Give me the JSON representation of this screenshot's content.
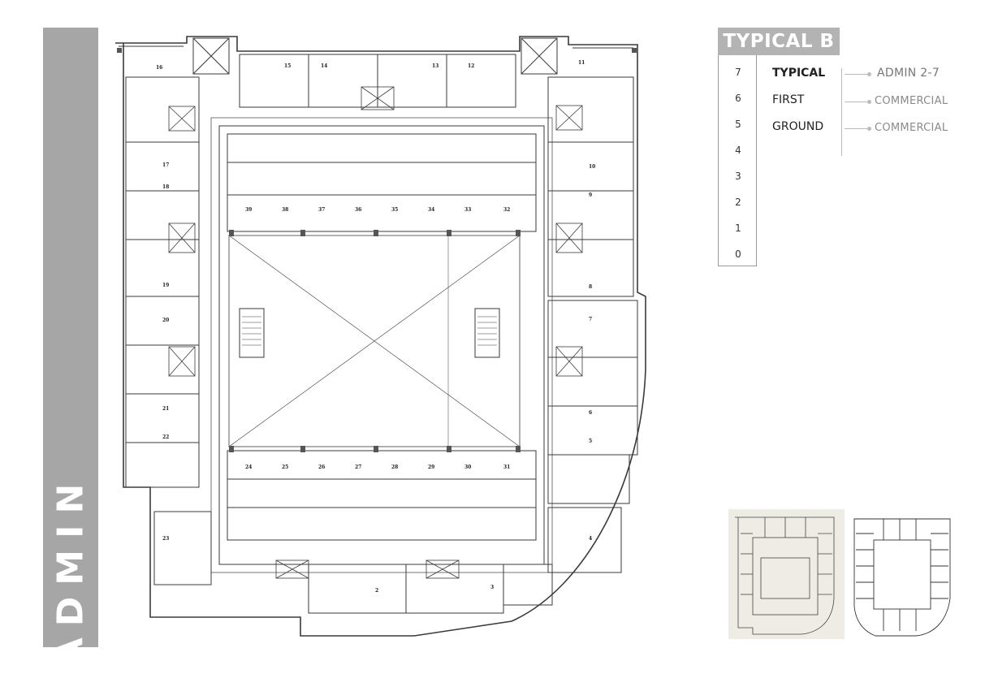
{
  "side_label": "ADMIN",
  "type_title": "TYPICAL B",
  "floors": [
    "7",
    "6",
    "5",
    "4",
    "3",
    "2",
    "1",
    "0"
  ],
  "uses": [
    {
      "label": "TYPICAL",
      "dest": "ADMIN 2-7",
      "bold": true
    },
    {
      "label": "FIRST",
      "dest": "COMMERCIAL",
      "bold": false
    },
    {
      "label": "GROUND",
      "dest": "COMMERCIAL",
      "bold": false
    }
  ],
  "colors": {
    "band": "#a6a6a6",
    "title_bg": "#b3b3b3",
    "line": "#bbbbbb",
    "thumb_bg": "#efece5"
  },
  "plan": {
    "north_units": [
      "15",
      "14",
      "13",
      "12"
    ],
    "corner_units": [
      "16",
      "11"
    ],
    "left_units": [
      "17",
      "18",
      "19",
      "20",
      "21",
      "22",
      "23"
    ],
    "right_units": [
      "10",
      "9",
      "8",
      "7",
      "6",
      "5",
      "4"
    ],
    "bottom_units": [
      "2",
      "3"
    ],
    "inner_top": [
      "39",
      "38",
      "37",
      "36",
      "35",
      "34",
      "33",
      "32"
    ],
    "inner_bottom": [
      "24",
      "25",
      "26",
      "27",
      "28",
      "29",
      "30",
      "31"
    ]
  }
}
